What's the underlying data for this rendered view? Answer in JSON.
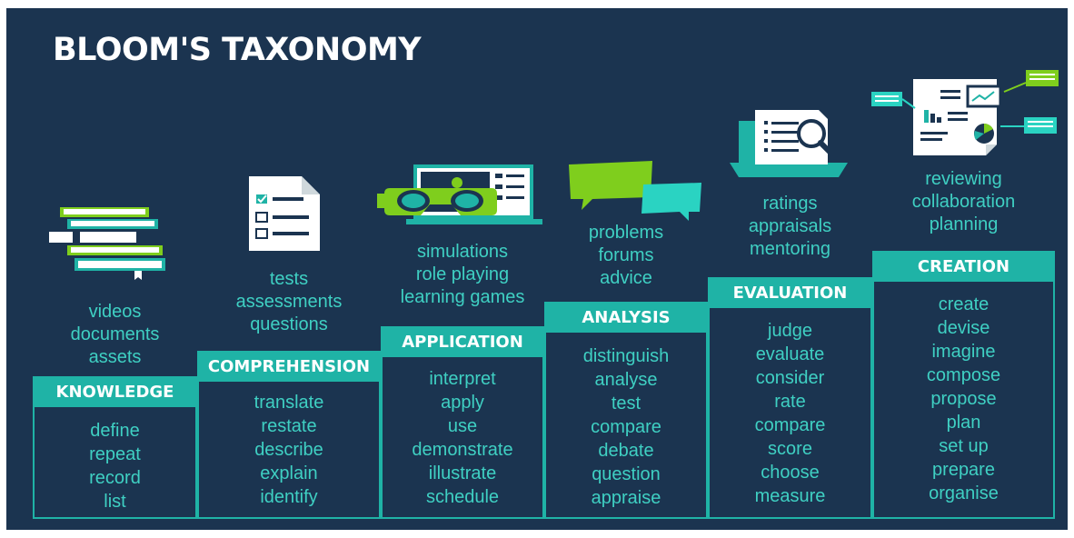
{
  "title": "BLOOM'S TAXONOMY",
  "colors": {
    "background": "#1b3450",
    "accent": "#1fb3a6",
    "text_accent": "#3fd0c3",
    "green": "#7fce1d",
    "white": "#ffffff"
  },
  "levels": [
    {
      "name": "KNOWLEDGE",
      "icon": "books-icon",
      "resources": [
        "videos",
        "documents",
        "assets"
      ],
      "verbs": [
        "define",
        "repeat",
        "record",
        "list"
      ]
    },
    {
      "name": "COMPREHENSION",
      "icon": "checklist-document-icon",
      "resources": [
        "tests",
        "assessments",
        "questions"
      ],
      "verbs": [
        "translate",
        "restate",
        "describe",
        "explain",
        "identify"
      ]
    },
    {
      "name": "APPLICATION",
      "icon": "vr-headset-icon",
      "resources": [
        "simulations",
        "role playing",
        "learning games"
      ],
      "verbs": [
        "interpret",
        "apply",
        "use",
        "demonstrate",
        "illustrate",
        "schedule"
      ]
    },
    {
      "name": "ANALYSIS",
      "icon": "speech-bubbles-icon",
      "resources": [
        "problems",
        "forums",
        "advice"
      ],
      "verbs": [
        "distinguish",
        "analyse",
        "test",
        "compare",
        "debate",
        "question",
        "appraise"
      ]
    },
    {
      "name": "EVALUATION",
      "icon": "magnifier-document-icon",
      "resources": [
        "ratings",
        "appraisals",
        "mentoring"
      ],
      "verbs": [
        "judge",
        "evaluate",
        "consider",
        "rate",
        "compare",
        "score",
        "choose",
        "measure"
      ]
    },
    {
      "name": "CREATION",
      "icon": "report-planning-icon",
      "resources": [
        "reviewing",
        "collaboration",
        "planning"
      ],
      "verbs": [
        "create",
        "devise",
        "imagine",
        "compose",
        "propose",
        "plan",
        "set up",
        "prepare",
        "organise"
      ]
    }
  ]
}
